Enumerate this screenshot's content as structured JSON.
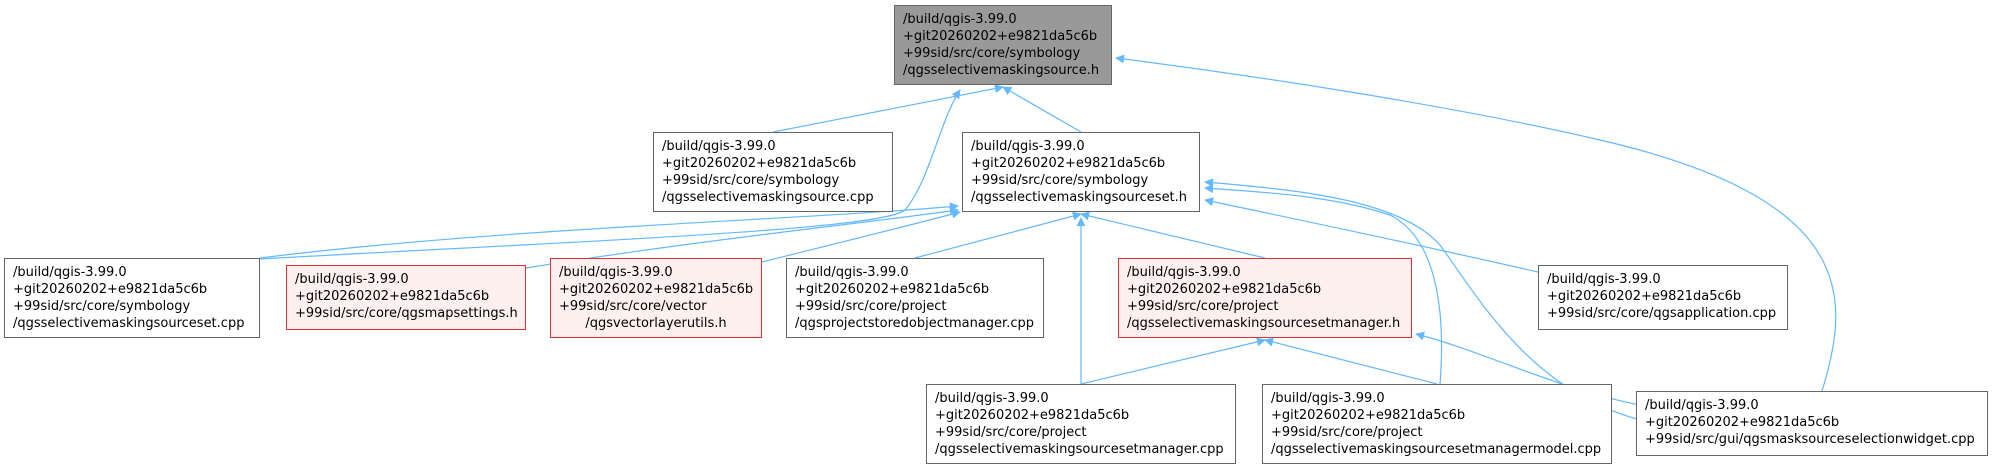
{
  "edge_color": "#63b8ff",
  "nodes": [
    {
      "id": "root",
      "kind": "root",
      "lines": [
        "/build/qgis-3.99.0",
        "+git20260202+e9821da5c6b",
        "+99sid/src/core/symbology",
        "/qgsselectivemaskingsource.h"
      ]
    },
    {
      "id": "src_cpp",
      "kind": "normal",
      "lines": [
        "/build/qgis-3.99.0",
        "+git20260202+e9821da5c6b",
        "+99sid/src/core/symbology",
        "/qgsselectivemaskingsource.cpp"
      ]
    },
    {
      "id": "set_h",
      "kind": "normal",
      "lines": [
        "/build/qgis-3.99.0",
        "+git20260202+e9821da5c6b",
        "+99sid/src/core/symbology",
        "/qgsselectivemaskingsourceset.h"
      ]
    },
    {
      "id": "set_cpp",
      "kind": "normal",
      "lines": [
        "/build/qgis-3.99.0",
        "+git20260202+e9821da5c6b",
        "+99sid/src/core/symbology",
        "/qgsselectivemaskingsourceset.cpp"
      ]
    },
    {
      "id": "mapsettings_h",
      "kind": "red",
      "lines": [
        "/build/qgis-3.99.0",
        "+git20260202+e9821da5c6b",
        "+99sid/src/core/qgsmapsettings.h"
      ]
    },
    {
      "id": "vectorlayerutils_h",
      "kind": "red",
      "lines": [
        "/build/qgis-3.99.0",
        "+git20260202+e9821da5c6b",
        "+99sid/src/core/vector",
        "/qgsvectorlayerutils.h"
      ]
    },
    {
      "id": "storedobj_cpp",
      "kind": "normal",
      "lines": [
        "/build/qgis-3.99.0",
        "+git20260202+e9821da5c6b",
        "+99sid/src/core/project",
        "/qgsprojectstoredobjectmanager.cpp"
      ]
    },
    {
      "id": "setmgr_h",
      "kind": "red",
      "lines": [
        "/build/qgis-3.99.0",
        "+git20260202+e9821da5c6b",
        "+99sid/src/core/project",
        "/qgsselectivemaskingsourcesetmanager.h"
      ]
    },
    {
      "id": "app_cpp",
      "kind": "normal",
      "lines": [
        "/build/qgis-3.99.0",
        "+git20260202+e9821da5c6b",
        "+99sid/src/core/qgsapplication.cpp"
      ]
    },
    {
      "id": "setmgr_cpp",
      "kind": "normal",
      "lines": [
        "/build/qgis-3.99.0",
        "+git20260202+e9821da5c6b",
        "+99sid/src/core/project",
        "/qgsselectivemaskingsourcesetmanager.cpp"
      ]
    },
    {
      "id": "setmgrmodel_cpp",
      "kind": "normal",
      "lines": [
        "/build/qgis-3.99.0",
        "+git20260202+e9821da5c6b",
        "+99sid/src/core/project",
        "/qgsselectivemaskingsourcesetmanagermodel.cpp"
      ]
    },
    {
      "id": "widget_cpp",
      "kind": "normal",
      "lines": [
        "/build/qgis-3.99.0",
        "+git20260202+e9821da5c6b",
        "+99sid/src/gui/qgsmasksourceselectionwidget.cpp"
      ]
    }
  ],
  "edges": [
    {
      "from": "src_cpp",
      "to": "root"
    },
    {
      "from": "set_h",
      "to": "root"
    },
    {
      "from": "set_cpp",
      "to": "root"
    },
    {
      "from": "widget_cpp",
      "to": "root"
    },
    {
      "from": "set_cpp",
      "to": "set_h"
    },
    {
      "from": "mapsettings_h",
      "to": "set_h"
    },
    {
      "from": "vectorlayerutils_h",
      "to": "set_h"
    },
    {
      "from": "storedobj_cpp",
      "to": "set_h"
    },
    {
      "from": "setmgr_h",
      "to": "set_h"
    },
    {
      "from": "setmgr_cpp",
      "to": "set_h"
    },
    {
      "from": "setmgrmodel_cpp",
      "to": "set_h"
    },
    {
      "from": "app_cpp",
      "to": "set_h"
    },
    {
      "from": "widget_cpp",
      "to": "set_h"
    },
    {
      "from": "setmgr_cpp",
      "to": "setmgr_h"
    },
    {
      "from": "setmgrmodel_cpp",
      "to": "setmgr_h"
    },
    {
      "from": "widget_cpp",
      "to": "setmgr_h"
    }
  ]
}
